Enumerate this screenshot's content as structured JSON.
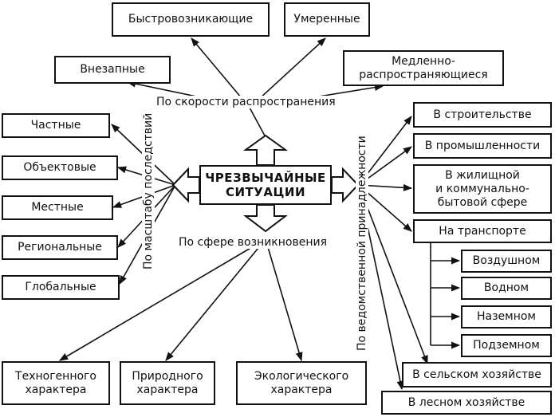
{
  "center": {
    "title": "ЧРЕЗВЫЧАЙНЫЕ\nСИТУАЦИИ"
  },
  "speed": {
    "label": "По скорости распространения",
    "items": [
      "Внезапные",
      "Быстровозникающие",
      "Умеренные",
      "Медленно-\nраспространяющиеся"
    ]
  },
  "scale": {
    "label": "По масштабу последствий",
    "items": [
      "Частные",
      "Объектовые",
      "Местные",
      "Региональные",
      "Глобальные"
    ]
  },
  "sphere": {
    "label": "По сфере возникновения",
    "items": [
      "Техногенного\nхарактера",
      "Природного\nхарактера",
      "Экологического\nхарактера"
    ]
  },
  "department": {
    "label": "По ведомственной принадлежности",
    "items": [
      "В строительстве",
      "В промышленности",
      "В жилищной\nи коммунально-\nбытовой сфере",
      "На транспорте",
      "В сельском хозяйстве",
      "В лесном хозяйстве"
    ],
    "transport": [
      "Воздушном",
      "Водном",
      "Наземном",
      "Подземном"
    ]
  }
}
